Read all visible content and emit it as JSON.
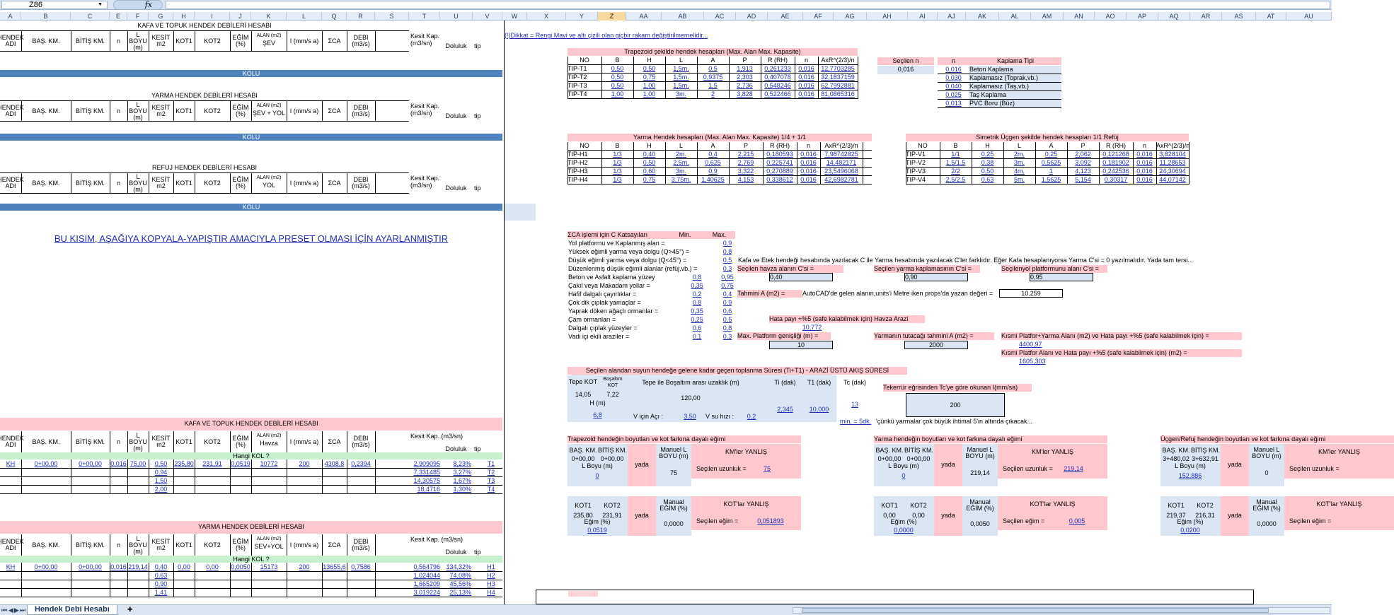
{
  "formula_bar": {
    "name_box": "Z86",
    "fx": "fx"
  },
  "columns": [
    "A",
    "B",
    "C",
    "E",
    "F",
    "G",
    "H",
    "I",
    "J",
    "K",
    "L",
    "Q",
    "R",
    "S",
    "T",
    "U",
    "V",
    "W",
    "X",
    "Y",
    "Z",
    "AA",
    "AB",
    "AC",
    "AD",
    "AE",
    "AF",
    "AG",
    "AH",
    "AI",
    "AJ",
    "AK",
    "AL",
    "AM",
    "AN",
    "AO",
    "AP",
    "AQ",
    "AR",
    "AS",
    "AT",
    "AU"
  ],
  "selected_column": "Z",
  "left": {
    "kafa_title": "KAFA VE TOPUK  HENDEK DEBİLERİ HESABI",
    "yarma_title": "YARMA HENDEK DEBİLERİ HESABI",
    "refuj_title": "REFUJ HENDEK DEBİLERİ HESABI",
    "h_hendek": "HENDEK ADI",
    "h_bas": "BAŞ. KM.",
    "h_bitis": "BİTİŞ KM.",
    "h_n": "n",
    "h_lboyu": "L BOYU (m)",
    "h_kesit": "KESİT m2",
    "h_kot1": "KOT1",
    "h_kot2": "KOT2",
    "h_egim": "EĞİM (%)",
    "h_alan": "ALAN (m2)",
    "h_sev": "ŞEV",
    "h_sevyol": "ŞEV + YOL",
    "h_yol": "YOL",
    "h_havza": "Havza",
    "h_sevyol2": "SEV+YOL",
    "h_i": "I (mm/s a)",
    "h_eca": "ΣCA",
    "h_debi": "DEBI (m3/s)",
    "h_kesitkap": "Kesit Kap. (m3/sn)",
    "h_doluluk": "Doluluk",
    "h_tip": "tip",
    "kolu": "KOLU",
    "preset_note": "BU KISIM, AŞAĞIYA KOPYALA-YAPIŞTIR AMACIYLA PRESET OLMASI İÇİN AYARLANMIŞTIR",
    "hangi_kol": "Hangi KOL ?",
    "kafa_rows": [
      {
        "ad": "KH",
        "bas": "0+00,00",
        "bitis": "0+00,00",
        "n": "0,016",
        "l": "75,00",
        "kesit": "0,50",
        "kot1": "235,80",
        "kot2": "231,91",
        "egim": "0,0519",
        "alan": "10772",
        "i": "200",
        "eca": "4308,8",
        "debi": "0,2394",
        "kap": "2,909095",
        "dol": "8,23%",
        "tip": "T1"
      },
      {
        "kesit": "0,94",
        "kap": "7,331485",
        "dol": "3,27%",
        "tip": "T2"
      },
      {
        "kesit": "1,50",
        "kap": "14,30575",
        "dol": "1,67%",
        "tip": "T3"
      },
      {
        "kesit": "2,00",
        "kap": "18,4716",
        "dol": "1,30%",
        "tip": "T4"
      }
    ],
    "yarma_rows": [
      {
        "ad": "KH",
        "bas": "0+00,00",
        "bitis": "0+00,00",
        "n": "0,016",
        "l": "219,14",
        "kesit": "0,40",
        "kot1": "0,00",
        "kot2": "0,00",
        "egim": "0,0050",
        "alan": "15173",
        "i": "200",
        "eca": "13655,6",
        "debi": "0,7586",
        "kap": "0,564796",
        "dol": "134,32%",
        "tip": "H1"
      },
      {
        "kesit": "0,63",
        "kap": "1,024044",
        "dol": "74,08%",
        "tip": "H2"
      },
      {
        "kesit": "0,90",
        "kap": "1,665209",
        "dol": "45,56%",
        "tip": "H3"
      },
      {
        "kesit": "1,41",
        "kap": "3,019224",
        "dol": "25,13%",
        "tip": "H4"
      }
    ]
  },
  "right": {
    "dikkat": "(!)Dikkat = Rengi Mavi ve altı çizili olan giçbir rakam değiştirilmemelidir...",
    "trap_title": "Trapezoid şekilde hendek hesapları (Max. Alan Max. Kapasite)",
    "tbl_headers": [
      "NO",
      "B",
      "H",
      "L",
      "A",
      "P",
      "R (RH)",
      "n",
      "AxR^(2/3)/n"
    ],
    "trap_rows": [
      [
        "TIP-T1",
        "0,50",
        "0,50",
        "1,5m.",
        "0,5",
        "1,913",
        "0,261233",
        "0,016",
        "12,7703285"
      ],
      [
        "TIP-T2",
        "0,50",
        "0,75",
        "1,5m.",
        "0,9375",
        "2,303",
        "0,407078",
        "0,016",
        "32,1837159"
      ],
      [
        "TIP-T3",
        "0,50",
        "1,00",
        "1,5m.",
        "1,5",
        "2,736",
        "0,548246",
        "0,016",
        "62,7992881"
      ],
      [
        "TIP-T4",
        "1,00",
        "1,00",
        "3m.",
        "2",
        "3,828",
        "0,522466",
        "0,016",
        "81,0865316"
      ]
    ],
    "secilen_n_label": "Seçilen n",
    "secilen_n": "0,016",
    "n_label": "n",
    "kaplama_label": "Kaplama Tipi",
    "kaplama_rows": [
      [
        "0,016",
        "Beton Kaplama"
      ],
      [
        "0,030",
        "Kaplamasız (Toprak,vb.)"
      ],
      [
        "0,040",
        "Kaplamasız (Taş,vb.)"
      ],
      [
        "0,025",
        "Taş Kaplama"
      ],
      [
        "0,013",
        "PVC Boru (Büz)"
      ]
    ],
    "yarma_title": "Yarma Hendek hesapları (Max. Alan Max. Kapasite) 1/4 + 1/1",
    "yarma_rows": [
      [
        "TIP-H1",
        "1/3",
        "0,40",
        "2m.",
        "0,4",
        "2,215",
        "0,180593",
        "0,016",
        "7,98742825"
      ],
      [
        "TIP-H2",
        "1/3",
        "0,50",
        "2,5m.",
        "0,625",
        "2,769",
        "0,225741",
        "0,016",
        "14,482171"
      ],
      [
        "TIP-H3",
        "1/3",
        "0,60",
        "3m.",
        "0,9",
        "3,322",
        "0,270889",
        "0,016",
        "23,5496068"
      ],
      [
        "TIP-H4",
        "1/3",
        "0,75",
        "3,75m.",
        "1,40625",
        "4,153",
        "0,338612",
        "0,016",
        "42,6982781"
      ]
    ],
    "sim_title": "Simetrik Üçgen şekilde hendek hesapları 1/1 Refüj",
    "sim_headers": [
      "NO",
      "B",
      "H",
      "L",
      "A",
      "P",
      "R (RH)",
      "n",
      "AxR^(2/3)/n"
    ],
    "sim_rows": [
      [
        "TIP-V1",
        "1/1",
        "0,25",
        "2m.",
        "0,25",
        "2,062",
        "0,121268",
        "0,016",
        "3,828104"
      ],
      [
        "TIP-V2",
        "1,5/1,5",
        "0,38",
        "3m.",
        "0,5625",
        "3,092",
        "0,181902",
        "0,016",
        "11,28653"
      ],
      [
        "TIP-V3",
        "2/2",
        "0,50",
        "4m.",
        "1",
        "4,123",
        "0,242536",
        "0,016",
        "24,30694"
      ],
      [
        "TIP-V4",
        "2,5/2,5",
        "0,63",
        "5m.",
        "1,5625",
        "5,154",
        "0,30317",
        "0,016",
        "44,07142"
      ]
    ],
    "ca_title": "ΣCA işlemi için C Katsayıları",
    "ca_min": "Min.",
    "ca_max": "Max.",
    "ca_rows": [
      [
        "Yol platformu ve Kaplanmış alan =",
        "",
        "0,9"
      ],
      [
        "Yüksek eğimli yarma veya dolgu (Q>45°) =",
        "",
        "0,8"
      ],
      [
        "Düşük eğimli yarma veya dolgu (Q<45°) =",
        "",
        "0,5"
      ],
      [
        "Düzenlenmiş düşük eğimli alanlar (refüj,vb.) =",
        "",
        "0,3"
      ],
      [
        "Beton ve Asfalt kaplama yüzey",
        "0,8",
        "0,95"
      ],
      [
        "Çakıl veya Makadam yollar =",
        "0,35",
        "0,75"
      ],
      [
        "Hafif dalgalı çayırlıklar =",
        "0,2",
        "0,4"
      ],
      [
        "Çok dik çıplak yamaçlar =",
        "0,8",
        "0,9"
      ],
      [
        "Yaprak döken ağaçlı ormanlar =",
        "0,35",
        "0,6"
      ],
      [
        "Çam ormanları =",
        "0,25",
        "0,5"
      ],
      [
        "Dalgalı çıplak yüzeyler =",
        "0,6",
        "0,8"
      ],
      [
        "Vadi içi ekili araziler =",
        "0,1",
        "0,3"
      ]
    ],
    "ca_note": "Kafa ve Etek hendeği hesabında yazılacak C ile Yarma hesabında yazılacak C'ler farklıdır. Eğer Kafa hesaplanıyorsa Yarma C'si = 0 yazılmalıdır. Yada tam tersi...",
    "sec_havza_label": "Seçilen havza alanın C'si =",
    "sec_havza_val": "0,40",
    "sec_yarma_label": "Seçilen yarma kaplamasının C'si =",
    "sec_yarma_val": "0,90",
    "sec_yol_label": "Seçilenyol platformunu alanı C'si =",
    "sec_yol_val": "0,95",
    "tahmini_label": "Tahmini A (m2) =",
    "autocad_label": "AutoCAD'de gelen alanın,units'i Metre iken props'da yazan değeri =",
    "autocad_val": "10.259",
    "hata_label": "Hata payı +%5 (safe kalabilmek için) Havza Arazi",
    "hata_val": "10,772",
    "max_plat_label": "Max. Platform genişliği (m) =",
    "max_plat_val": "10",
    "yarma_tut_label": "Yarmanın tutacağı tahmini A (m2) =",
    "yarma_tut_val": "2000",
    "kismi1_label": "Kısmi Platfor+Yarma Alanı (m2) ve Hata payı +%5 (safe kalabilmek için) =",
    "kismi1_val": "4400,97",
    "kismi2_label": "Kısmi Platfor Alanı ve Hata payı +%5 (safe kalabilmek için) (m2) =",
    "kismi2_val": "1605,303",
    "sure_title": "Seçilen alandan suyun hendeğe gelene kadar geçen toplanma Süresi (Ti+T1) - ARAZİ ÜSTÜ AKIŞ SÜRESİ",
    "tepe_kot_label": "Tepe KOT",
    "bos_kot_label": "Boşaltım KOT",
    "tepe_kot": "14,05",
    "bos_kot": "7,22",
    "tepe_bos_label": "Tepe ile Boşaltım arası uzaklık (m)",
    "tepe_bos_val": "120,00",
    "h_m_label": "H (m)",
    "h_m_val": "6,8",
    "v_icin_label": "V için Açı :",
    "v_icin_val": "3,50",
    "v_su_label": "V su hızı :",
    "v_su_val": "0,2",
    "ti_label": "Ti (dak)",
    "ti_val": "2,345",
    "t1_label": "T1 (dak)",
    "t1_val": "10,000",
    "tc_label": "Tc (dak)",
    "tc_val": "13",
    "tc_min": "min. = 5dk.",
    "tc_note": "'çünkü yarmalar çok büyük ihtimal 5'in altında çıkacak...",
    "tekerrur_label": "Tekerrür eğrisinden Tc'ye göre okunan I(mm/sa)",
    "tekerrur_val": "200",
    "blk_trap_title": "Trapezoid hendeğin boyutları ve kot farkına dayalı eğimi",
    "blk_yarma_title": "Yarma hendeğin boyutları ve kot farkına dayalı eğimi",
    "blk_ucgen_title": "Üçgen/Refuj hendeğin boyutları ve kot farkına dayalı eğimi",
    "bas_km": "BAŞ. KM.",
    "bitis_km": "BİTİŞ KM.",
    "lboyu": "L Boyu (m)",
    "manuel_l": "Manuel L BOYU (m)",
    "yada": "yada",
    "km_yanlis": "KM'ler YANLIŞ",
    "secilen_uz": "Seçilen uzunluk =",
    "kot1": "KOT1",
    "kot2": "KOT2",
    "egim": "Eğim (%)",
    "manual_egim": "Manual EĞİM (%)",
    "kot_yanlis": "KOT'lar YANLIŞ",
    "secilen_egim": "Seçilen eğim =",
    "blk_trap": {
      "bas": "0+00,00",
      "bitis": "0+00,00",
      "lboyu": "0",
      "manuel": "75",
      "uz": "75",
      "kot1": "235,80",
      "kot2": "231,91",
      "egim": "0,0519",
      "man_egim": "0,0000",
      "sec_egim": "0,051893"
    },
    "blk_yarma": {
      "bas": "0+00,00",
      "bitis": "0+00,00",
      "lboyu": "0",
      "manuel": "219,14",
      "uz": "219,14",
      "kot1": "0,00",
      "kot2": "0,00",
      "egim": "0,0000",
      "man_egim": "0,0050",
      "sec_egim": "0,005"
    },
    "blk_ucgen": {
      "bas": "3+480,02",
      "bitis": "3+632,91",
      "lboyu": "152,886",
      "manuel": "0",
      "kot1": "219,37",
      "kot2": "216,31",
      "egim": "0,0200",
      "man_egim": "0,0000"
    }
  },
  "tabs": {
    "sheet": "Hendek Debi Hesabı"
  }
}
